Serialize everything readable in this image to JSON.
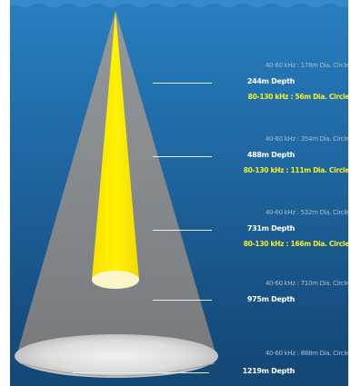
{
  "colors": {
    "water_top": "#2a7fc0",
    "water_bottom": "#134775",
    "wide_beam": "#8a8a8a",
    "narrow_beam": "#ffeb00",
    "wide_label": "#a9bcd0",
    "narrow_label": "#f4ef2a",
    "depth_label": "#ffffff"
  },
  "levels": [
    {
      "wide": "40-60 kHz : 178m Dia. Circle",
      "depth": "244m Depth",
      "narrow": "80-130 kHz : 56m Dia. Circle"
    },
    {
      "wide": "40-60 kHz : 354m Dia. Circle",
      "depth": "488m Depth",
      "narrow": "80-130 kHz : 111m Dia. Circle"
    },
    {
      "wide": "40-60 kHz : 532m Dia. Circle",
      "depth": "731m Depth",
      "narrow": "80-130 kHz : 166m Dia. Circle"
    },
    {
      "wide": "40-60 kHz : 710m Dia. Circle",
      "depth": "975m Depth",
      "narrow": ""
    },
    {
      "wide": "40-60 kHz : 888m Dia. Circle",
      "depth": "1219m Depth",
      "narrow": ""
    }
  ]
}
